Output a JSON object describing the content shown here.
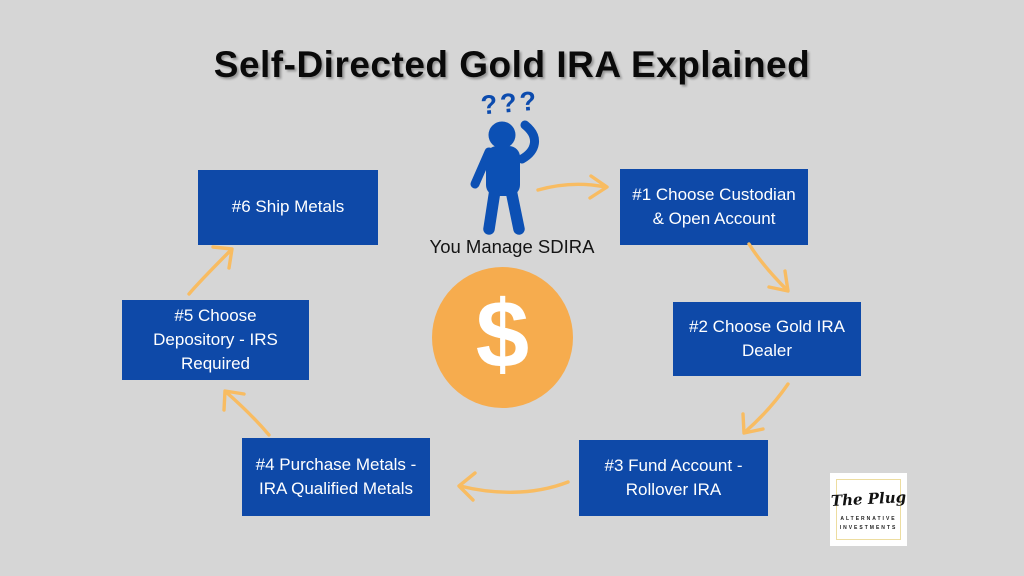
{
  "title": "Self-Directed Gold IRA Explained",
  "center": {
    "question_marks": "???",
    "figure_caption": "You Manage SDIRA",
    "dollar_symbol": "$"
  },
  "steps": [
    {
      "label": "#1 Choose Custodian & Open Account"
    },
    {
      "label": "#2 Choose Gold IRA Dealer"
    },
    {
      "label": "#3 Fund Account - Rollover IRA"
    },
    {
      "label": "#4 Purchase Metals - IRA Qualified Metals"
    },
    {
      "label": "#5 Choose Depository - IRS Required"
    },
    {
      "label": "#6 Ship Metals"
    }
  ],
  "logo": {
    "brand": "The Plug",
    "tagline_line1": "ALTERNATIVE",
    "tagline_line2": "INVESTMENTS"
  },
  "colors": {
    "background": "#D6D6D6",
    "step_box": "#0E49A8",
    "figure": "#0C50B4",
    "arrows": "#F8BC62",
    "coin": "#F6AC4E",
    "step_text": "#FFFFFF",
    "title_text": "#0A0A0A"
  }
}
